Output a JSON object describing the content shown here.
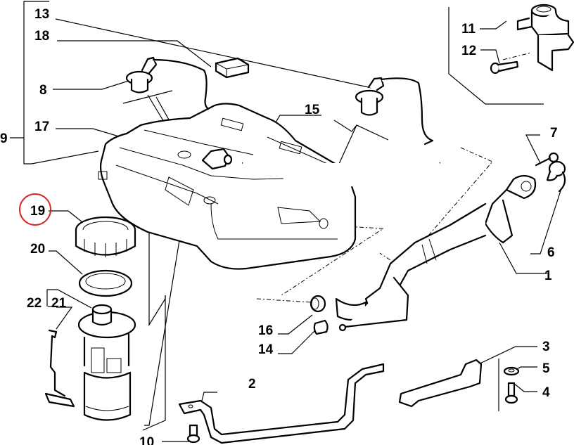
{
  "diagram": {
    "type": "exploded-parts-view",
    "subject": "fuel tank assembly",
    "highlight_color": "#d62828",
    "highlighted_callout": "19",
    "callouts": {
      "c1": "1",
      "c2": "2",
      "c3": "3",
      "c4": "4",
      "c5": "5",
      "c6": "6",
      "c7": "7",
      "c8": "8",
      "c9": "9",
      "c10": "10",
      "c11": "11",
      "c12": "12",
      "c13": "13",
      "c14": "14",
      "c15": "15",
      "c16": "16",
      "c17": "17",
      "c18": "18",
      "c19": "19",
      "c20": "20",
      "c21": "21",
      "c22": "22"
    },
    "parts": [
      {
        "callout": "1",
        "name": "filler-neck-pipe"
      },
      {
        "callout": "2",
        "name": "tank-strap-front"
      },
      {
        "callout": "3",
        "name": "tank-strap-rear"
      },
      {
        "callout": "4",
        "name": "bolt"
      },
      {
        "callout": "5",
        "name": "washer"
      },
      {
        "callout": "6",
        "name": "filler-cap-tether"
      },
      {
        "callout": "7",
        "name": "screw"
      },
      {
        "callout": "8",
        "name": "vent-valve"
      },
      {
        "callout": "9",
        "name": "fuel-tank-assembly"
      },
      {
        "callout": "10",
        "name": "strap-bolt"
      },
      {
        "callout": "11",
        "name": "solenoid-valve"
      },
      {
        "callout": "12",
        "name": "valve-bolt"
      },
      {
        "callout": "13",
        "name": "vent-valve-right"
      },
      {
        "callout": "14",
        "name": "plug"
      },
      {
        "callout": "15",
        "name": "vent-pipe"
      },
      {
        "callout": "16",
        "name": "hose-clamp"
      },
      {
        "callout": "17",
        "name": "elbow-connector"
      },
      {
        "callout": "18",
        "name": "foam-pad"
      },
      {
        "callout": "19",
        "name": "lock-ring"
      },
      {
        "callout": "20",
        "name": "seal-ring"
      },
      {
        "callout": "21",
        "name": "fuel-pump-sender"
      },
      {
        "callout": "22",
        "name": "level-float"
      }
    ]
  }
}
